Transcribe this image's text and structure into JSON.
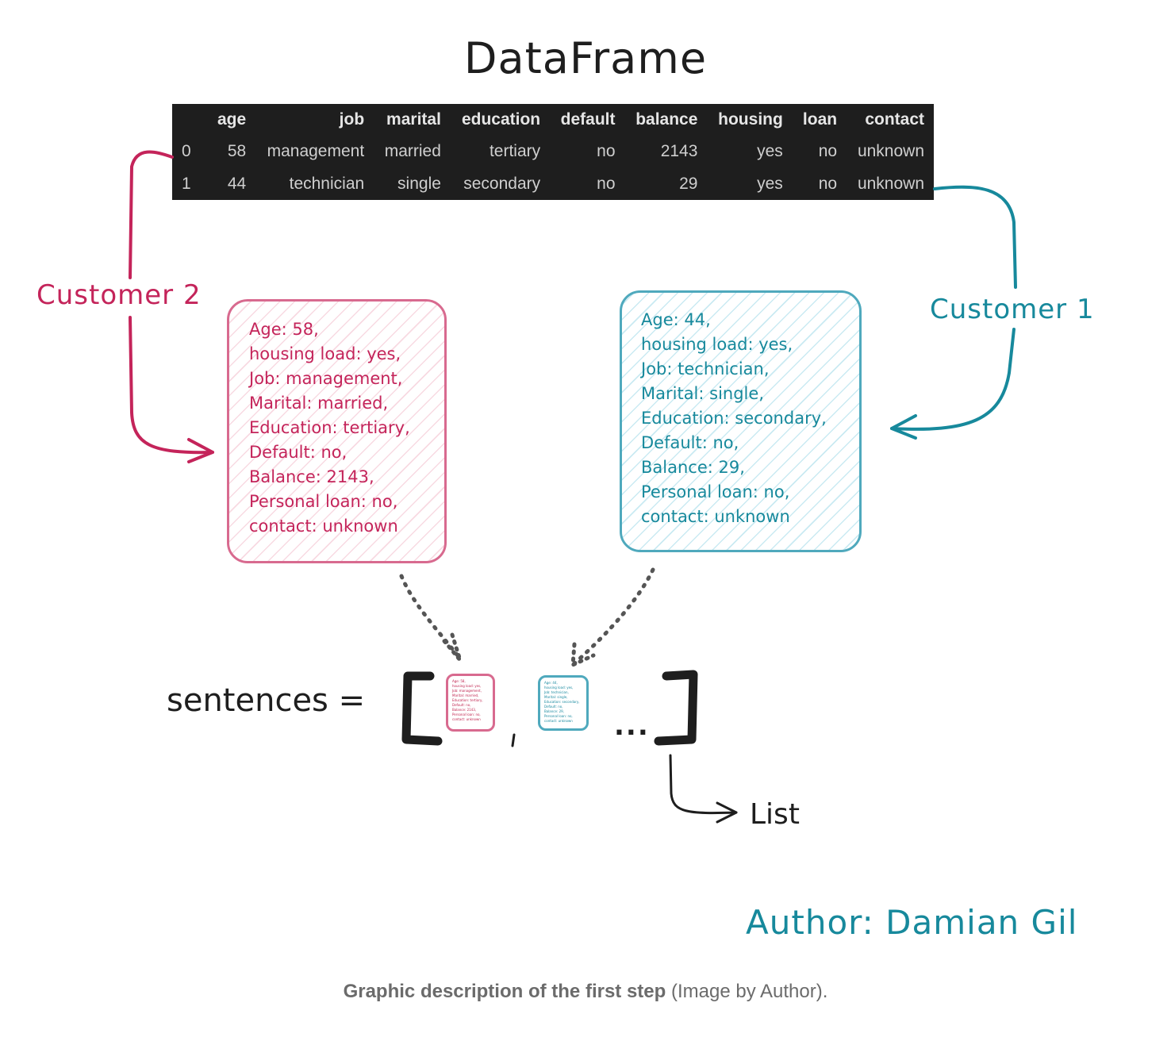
{
  "title": "DataFrame",
  "dataframe": {
    "columns": [
      "",
      "age",
      "job",
      "marital",
      "education",
      "default",
      "balance",
      "housing",
      "loan",
      "contact"
    ],
    "rows": [
      [
        "0",
        "58",
        "management",
        "married",
        "tertiary",
        "no",
        "2143",
        "yes",
        "no",
        "unknown"
      ],
      [
        "1",
        "44",
        "technician",
        "single",
        "secondary",
        "no",
        "29",
        "yes",
        "no",
        "unknown"
      ]
    ]
  },
  "customer2": {
    "label": "Customer 2",
    "color": "#c4245a",
    "lines": [
      "Age: 58,",
      "housing load: yes,",
      "Job: management,",
      "Marital: married,",
      "Education: tertiary,",
      "Default: no,",
      "Balance: 2143,",
      "Personal loan: no,",
      "contact: unknown"
    ]
  },
  "customer1": {
    "label": "Customer 1",
    "color": "#17899c",
    "lines": [
      "Age: 44,",
      "housing load: yes,",
      "Job: technician,",
      "Marital: single,",
      "Education: secondary,",
      "Default: no,",
      "Balance: 29,",
      "Personal loan: no,",
      "contact: unknown"
    ]
  },
  "sentences_label": "sentences =",
  "ellipsis": "...",
  "list_label": "List",
  "author": "Author: Damian Gil",
  "caption": {
    "bold": "Graphic description of the first step",
    "rest": " (Image by Author)."
  }
}
